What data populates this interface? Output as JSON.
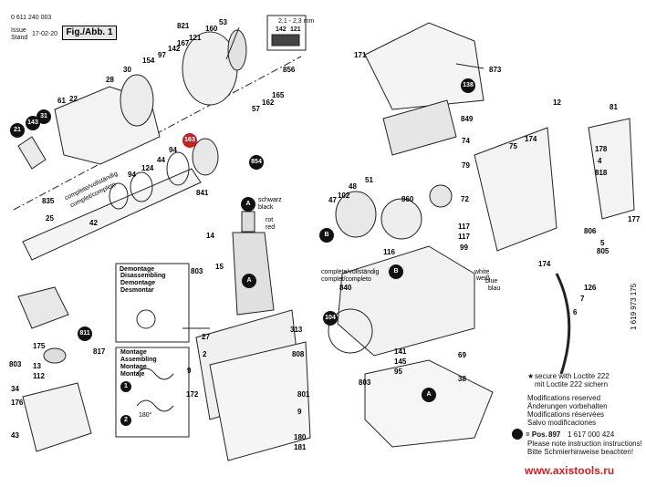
{
  "header": {
    "doc_number": "0 611 240 003",
    "issue_label": "Issue",
    "stand_label": "Stand",
    "issue_date": "17-02-20",
    "figure_label": "Fig./Abb. 1",
    "measurement": "2,1 - 2,3 mm",
    "measure_parts": [
      "142",
      "121"
    ]
  },
  "labels": [
    "821",
    "53",
    "160",
    "121",
    "167",
    "142",
    "97",
    "154",
    "30",
    "28",
    "22",
    "61",
    "31",
    "143",
    "21",
    "835",
    "25",
    "42",
    "14",
    "15",
    "803",
    "44",
    "124",
    "94",
    "94",
    "841",
    "27",
    "2",
    "9",
    "172",
    "808",
    "801",
    "9",
    "180",
    "181",
    "313",
    "856",
    "165",
    "162",
    "57",
    "171",
    "873",
    "138",
    "849",
    "74",
    "79",
    "51",
    "48",
    "102",
    "47",
    "860",
    "72",
    "117",
    "117",
    "99",
    "116",
    "840",
    "104",
    "141",
    "145",
    "95",
    "803",
    "69",
    "38",
    "12",
    "75",
    "174",
    "178",
    "4",
    "818",
    "81",
    "177",
    "806",
    "5",
    "805",
    "174",
    "126",
    "7",
    "6",
    "175",
    "803",
    "13",
    "112",
    "34",
    "176",
    "43",
    "817",
    "811"
  ],
  "black_circles": [
    "31",
    "143",
    "21",
    "854",
    "104",
    "811",
    "138"
  ],
  "red_circles": [
    "163"
  ],
  "letter_markers": [
    "A",
    "B",
    "A",
    "B",
    "A"
  ],
  "texts": {
    "complete_1": "complete/vollständig",
    "complete_2": "complet/completo",
    "complete_3": "complete/vollständig",
    "complete_4": "complet/completo",
    "wire_black_1": "schwarz",
    "wire_black_2": "black",
    "wire_red_1": "rot",
    "wire_red_2": "red",
    "wire_white_1": "white",
    "wire_white_2": "weiß",
    "wire_blue_1": "blue",
    "wire_blue_2": "blau",
    "demontage": [
      "Demontage",
      "Disassembling",
      "Demontage",
      "Desmontar"
    ],
    "montage": [
      "Montage",
      "Assembling",
      "Montage",
      "Montaje"
    ],
    "step_1": "1",
    "step_2": "2",
    "angle": "180°"
  },
  "notes": {
    "loctite_1": "secure with Loctite 222",
    "loctite_2": "mit Loctite 222 sichern",
    "mod_1": "Modifications reserved",
    "mod_2": "Änderungen vorbehalten",
    "mod_3": "Modifications réservées",
    "mod_4": "Salvo modificaciones",
    "pos_label": "= Pos.",
    "pos_num": "897",
    "pos_code": "1 617 000 424",
    "instr_1": "Please note instruction instructions!",
    "instr_2": "Bitte Schmierhinweise beachten!",
    "doc_code": "1 619 973 175",
    "url": "www.axistools.ru"
  }
}
